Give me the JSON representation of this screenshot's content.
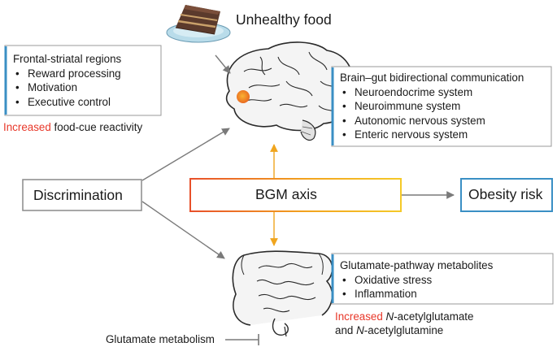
{
  "colors": {
    "arrow_gray": "#7a7a7a",
    "box_gray_border": "#9a9a9a",
    "box_blue_border": "#3a8fc4",
    "bgm_gradient": [
      "#e8502a",
      "#f2a31e",
      "#f5c928"
    ],
    "orange_arrow": "#f0a51e",
    "red_text": "#e8382a"
  },
  "food": {
    "label": "Unhealthy food",
    "icon": "cake-slice-icon"
  },
  "brain": {
    "icon": "brain-icon"
  },
  "gut": {
    "icon": "intestine-icon"
  },
  "frontal_box": {
    "title": "Frontal-striatal regions",
    "items": [
      "Reward processing",
      "Motivation",
      "Executive control"
    ]
  },
  "food_cue": {
    "highlight": "Increased",
    "rest": " food-cue reactivity"
  },
  "brain_gut_box": {
    "title": "Brain–gut bidirectional communication",
    "items": [
      "Neuroendocrime system",
      "Neuroimmune system",
      "Autonomic nervous system",
      "Enteric nervous system"
    ]
  },
  "discrimination_label": "Discrimination",
  "bgm_label": "BGM axis",
  "obesity_label": "Obesity risk",
  "glutamate_box": {
    "title": "Glutamate-pathway metabolites",
    "items": [
      "Oxidative stress",
      "Inflammation"
    ]
  },
  "acetyl": {
    "highlight": "Increased",
    "n1": "N",
    "rest1": "-acetylglutamate",
    "and": "and ",
    "n2": "N",
    "rest2": "-acetylglutamine"
  },
  "glutamate_metabolism_label": "Glutamate metabolism"
}
